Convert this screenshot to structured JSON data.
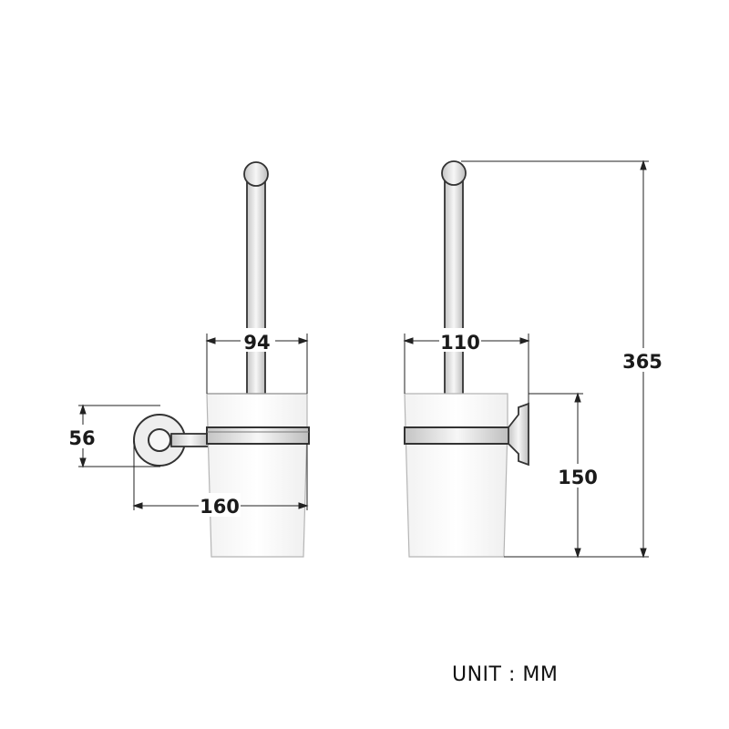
{
  "dimensions": {
    "front_width": "94",
    "wall_height": "56",
    "wall_depth": "160",
    "side_width": "110",
    "holder_height": "150",
    "total_height": "365"
  },
  "unit_label": "UNIT : MM"
}
